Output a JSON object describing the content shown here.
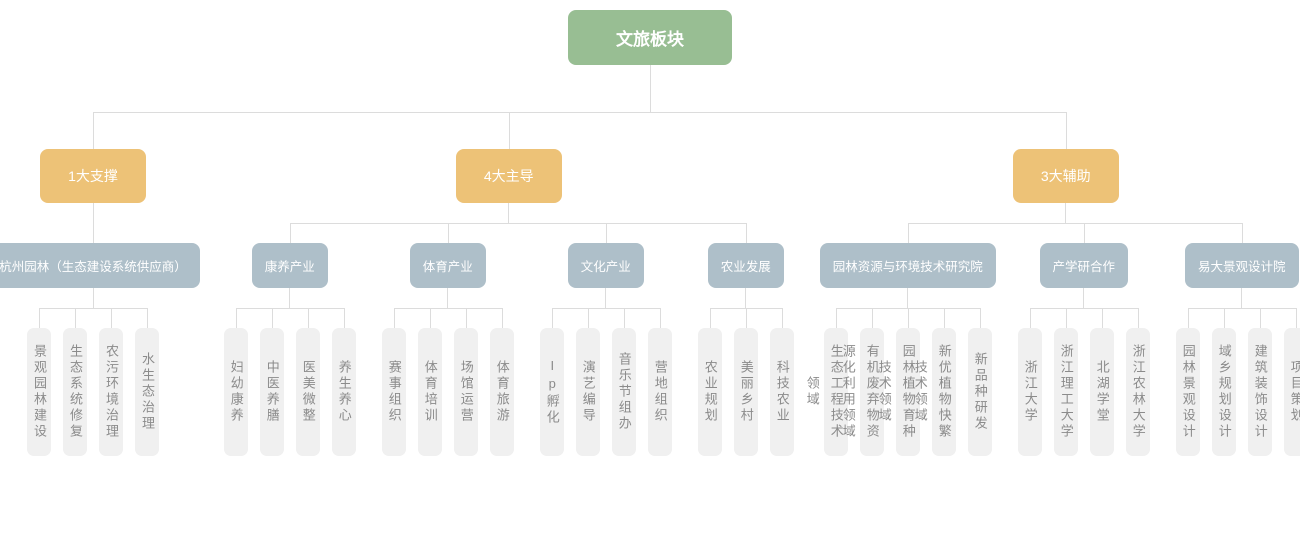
{
  "tree": {
    "root": {
      "label": "文旅板块"
    },
    "branches": [
      {
        "label": "1大支撑",
        "groups": [
          {
            "label": "杭州园林（生态建设系统供应商）",
            "items": [
              "景观园林建设",
              "生态系统修复",
              "农污环境治理",
              "水生态治理"
            ]
          }
        ]
      },
      {
        "label": "4大主导",
        "groups": [
          {
            "label": "康养产业",
            "items": [
              "妇幼康养",
              "中医养膳",
              "医美微整",
              "养生养心"
            ]
          },
          {
            "label": "体育产业",
            "items": [
              "赛事组织",
              "体育培训",
              "场馆运营",
              "体育旅游"
            ]
          },
          {
            "label": "文化产业",
            "items": [
              "Ip孵化",
              "演艺编导",
              "音乐节组办",
              "营地组织"
            ]
          },
          {
            "label": "农业发展",
            "items": [
              "农业规划",
              "美丽乡村",
              "科技农业"
            ]
          }
        ]
      },
      {
        "label": "3大辅助",
        "groups": [
          {
            "label": "园林资源与环境技术研究院",
            "items": [
              "生态工程技术领域",
              "有机废弃物资源化利用领域",
              "园林植物育种技术领域",
              "新优植物快繁技术领域",
              "新品种研发"
            ]
          },
          {
            "label": "产学研合作",
            "items": [
              "浙江大学",
              "浙江理工大学",
              "北湖学堂",
              "浙江农林大学"
            ]
          },
          {
            "label": "易大景观设计院",
            "items": [
              "园林景观设计",
              "域乡规划设计",
              "建筑装饰设计",
              "项目策划"
            ]
          }
        ]
      }
    ]
  },
  "colors": {
    "root_box": "#98be93",
    "branch_box": "#edc277",
    "group_box": "#aebfc9",
    "leaf_box": "#f0f0f0",
    "leaf_text": "#8b8b8b",
    "connector_line": "#dcdcdc",
    "background": "#ffffff"
  }
}
